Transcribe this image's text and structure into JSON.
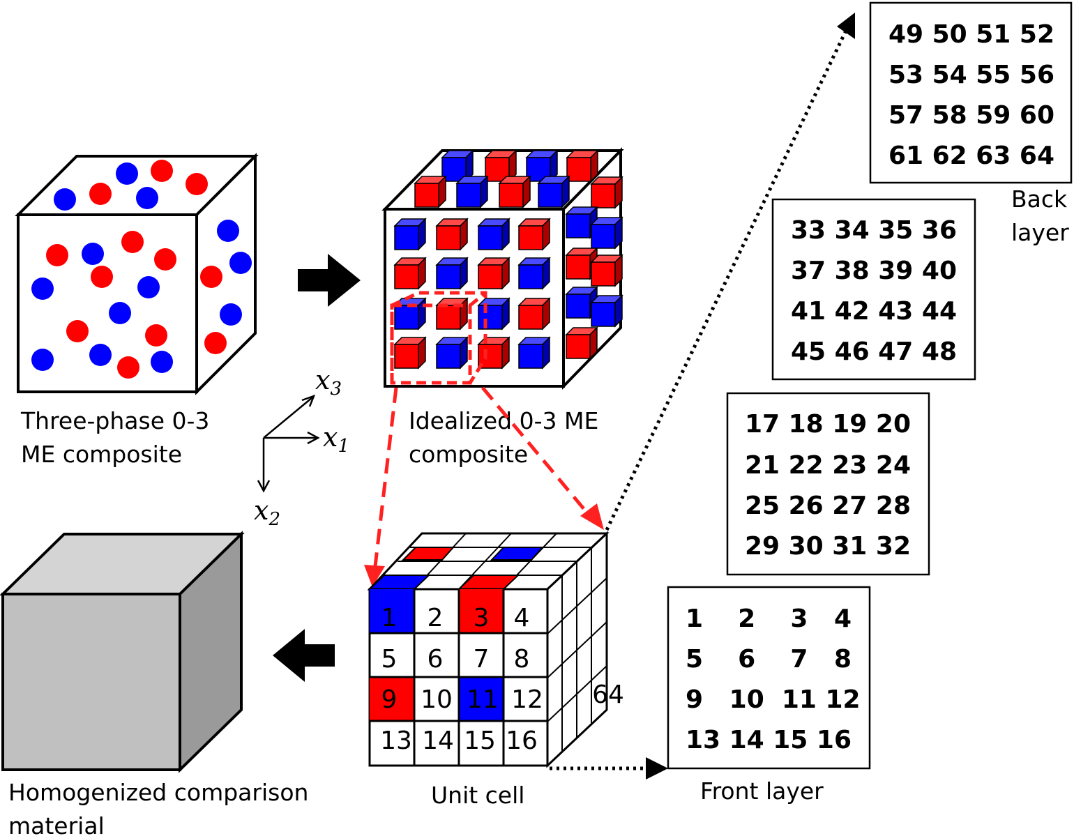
{
  "colors": {
    "red": "#ff0000",
    "blue": "#0000ff",
    "gray_front": "#c0c0c0",
    "gray_top": "#d4d4d4",
    "gray_side": "#9a9a9a"
  },
  "captions": {
    "three_phase_1": "Three-phase 0-3",
    "three_phase_2": "ME composite",
    "idealized_1": "Idealized 0-3 ME",
    "idealized_2": "composite",
    "homogenized_1": "Homogenized comparison",
    "homogenized_2": "material",
    "unit_cell": "Unit cell",
    "front_layer": "Front layer",
    "back_layer_1": "Back",
    "back_layer_2": "layer"
  },
  "axes": {
    "x_symbol": "x",
    "x1_sub": "1",
    "x2_sub": "2",
    "x3_sub": "3"
  },
  "layers": {
    "front": [
      "1    2    3   4",
      "5    6    7   8",
      "9   10  11 12",
      "13 14 15 16"
    ],
    "layer2": [
      "17 18 19 20",
      "21 22 23 24",
      "25 26 27 28",
      "29 30 31 32"
    ],
    "layer3": [
      "33 34 35 36",
      "37 38 39 40",
      "41 42 43 44",
      "45 46 47 48"
    ],
    "back": [
      "49 50 51 52",
      "53 54 55 56",
      "57 58 59 60",
      "61 62 63 64"
    ]
  },
  "unit_cell": {
    "cells": [
      "1",
      "2",
      "3",
      "4",
      "5",
      "6",
      "7",
      "8",
      "9",
      "10",
      "11",
      "12",
      "13",
      "14",
      "15",
      "16"
    ],
    "side_label": "64"
  }
}
